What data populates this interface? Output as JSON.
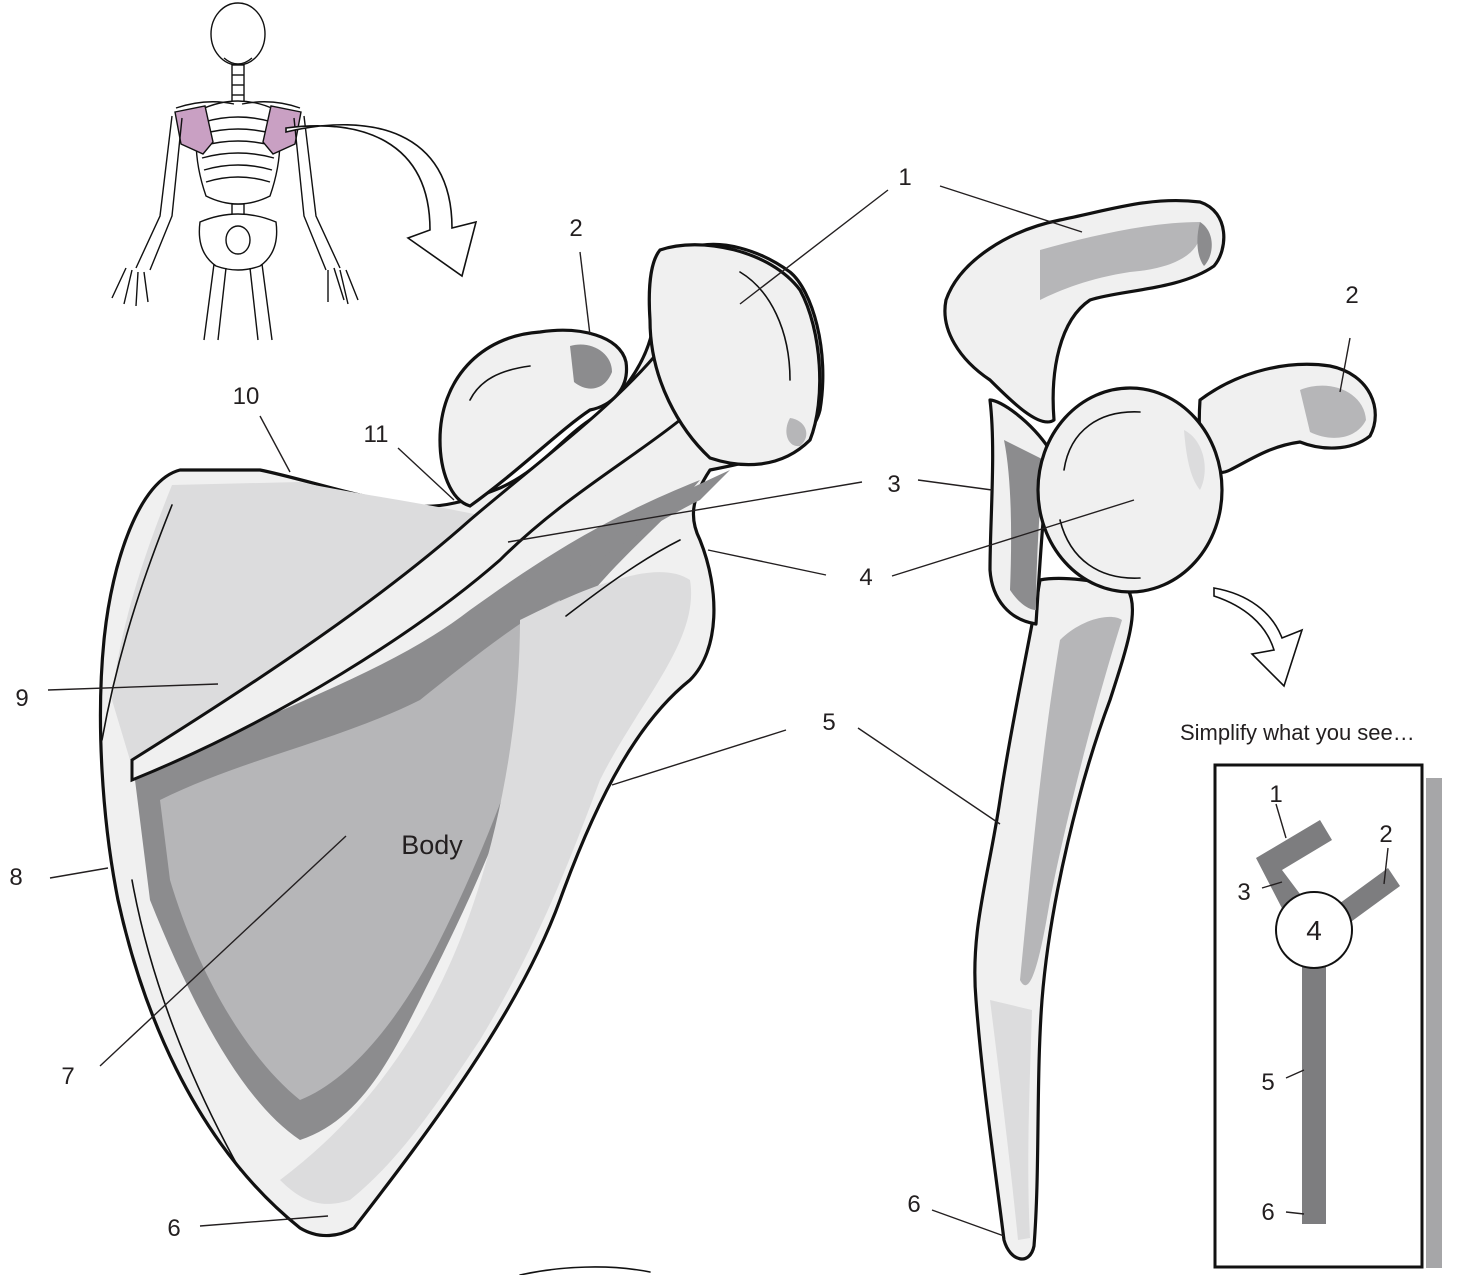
{
  "colors": {
    "highlight": "#c9a0c3",
    "bone_light": "#f0f0f0",
    "shade_1": "#dcdcdd",
    "shade_2": "#b6b6b8",
    "shade_3": "#8c8c8e",
    "outline": "#111111",
    "inset_bar": "#7d7d7f",
    "inset_shadow": "#a6a6a8"
  },
  "posterior_labels": [
    "1",
    "2",
    "3",
    "4",
    "5",
    "6",
    "7",
    "8",
    "9",
    "10",
    "11"
  ],
  "body_label": "Body",
  "lateral_labels": [
    "1",
    "2",
    "3",
    "4",
    "5",
    "6"
  ],
  "inset": {
    "caption": "Simplify what you see…",
    "labels": [
      "1",
      "2",
      "3",
      "4",
      "5",
      "6"
    ]
  }
}
